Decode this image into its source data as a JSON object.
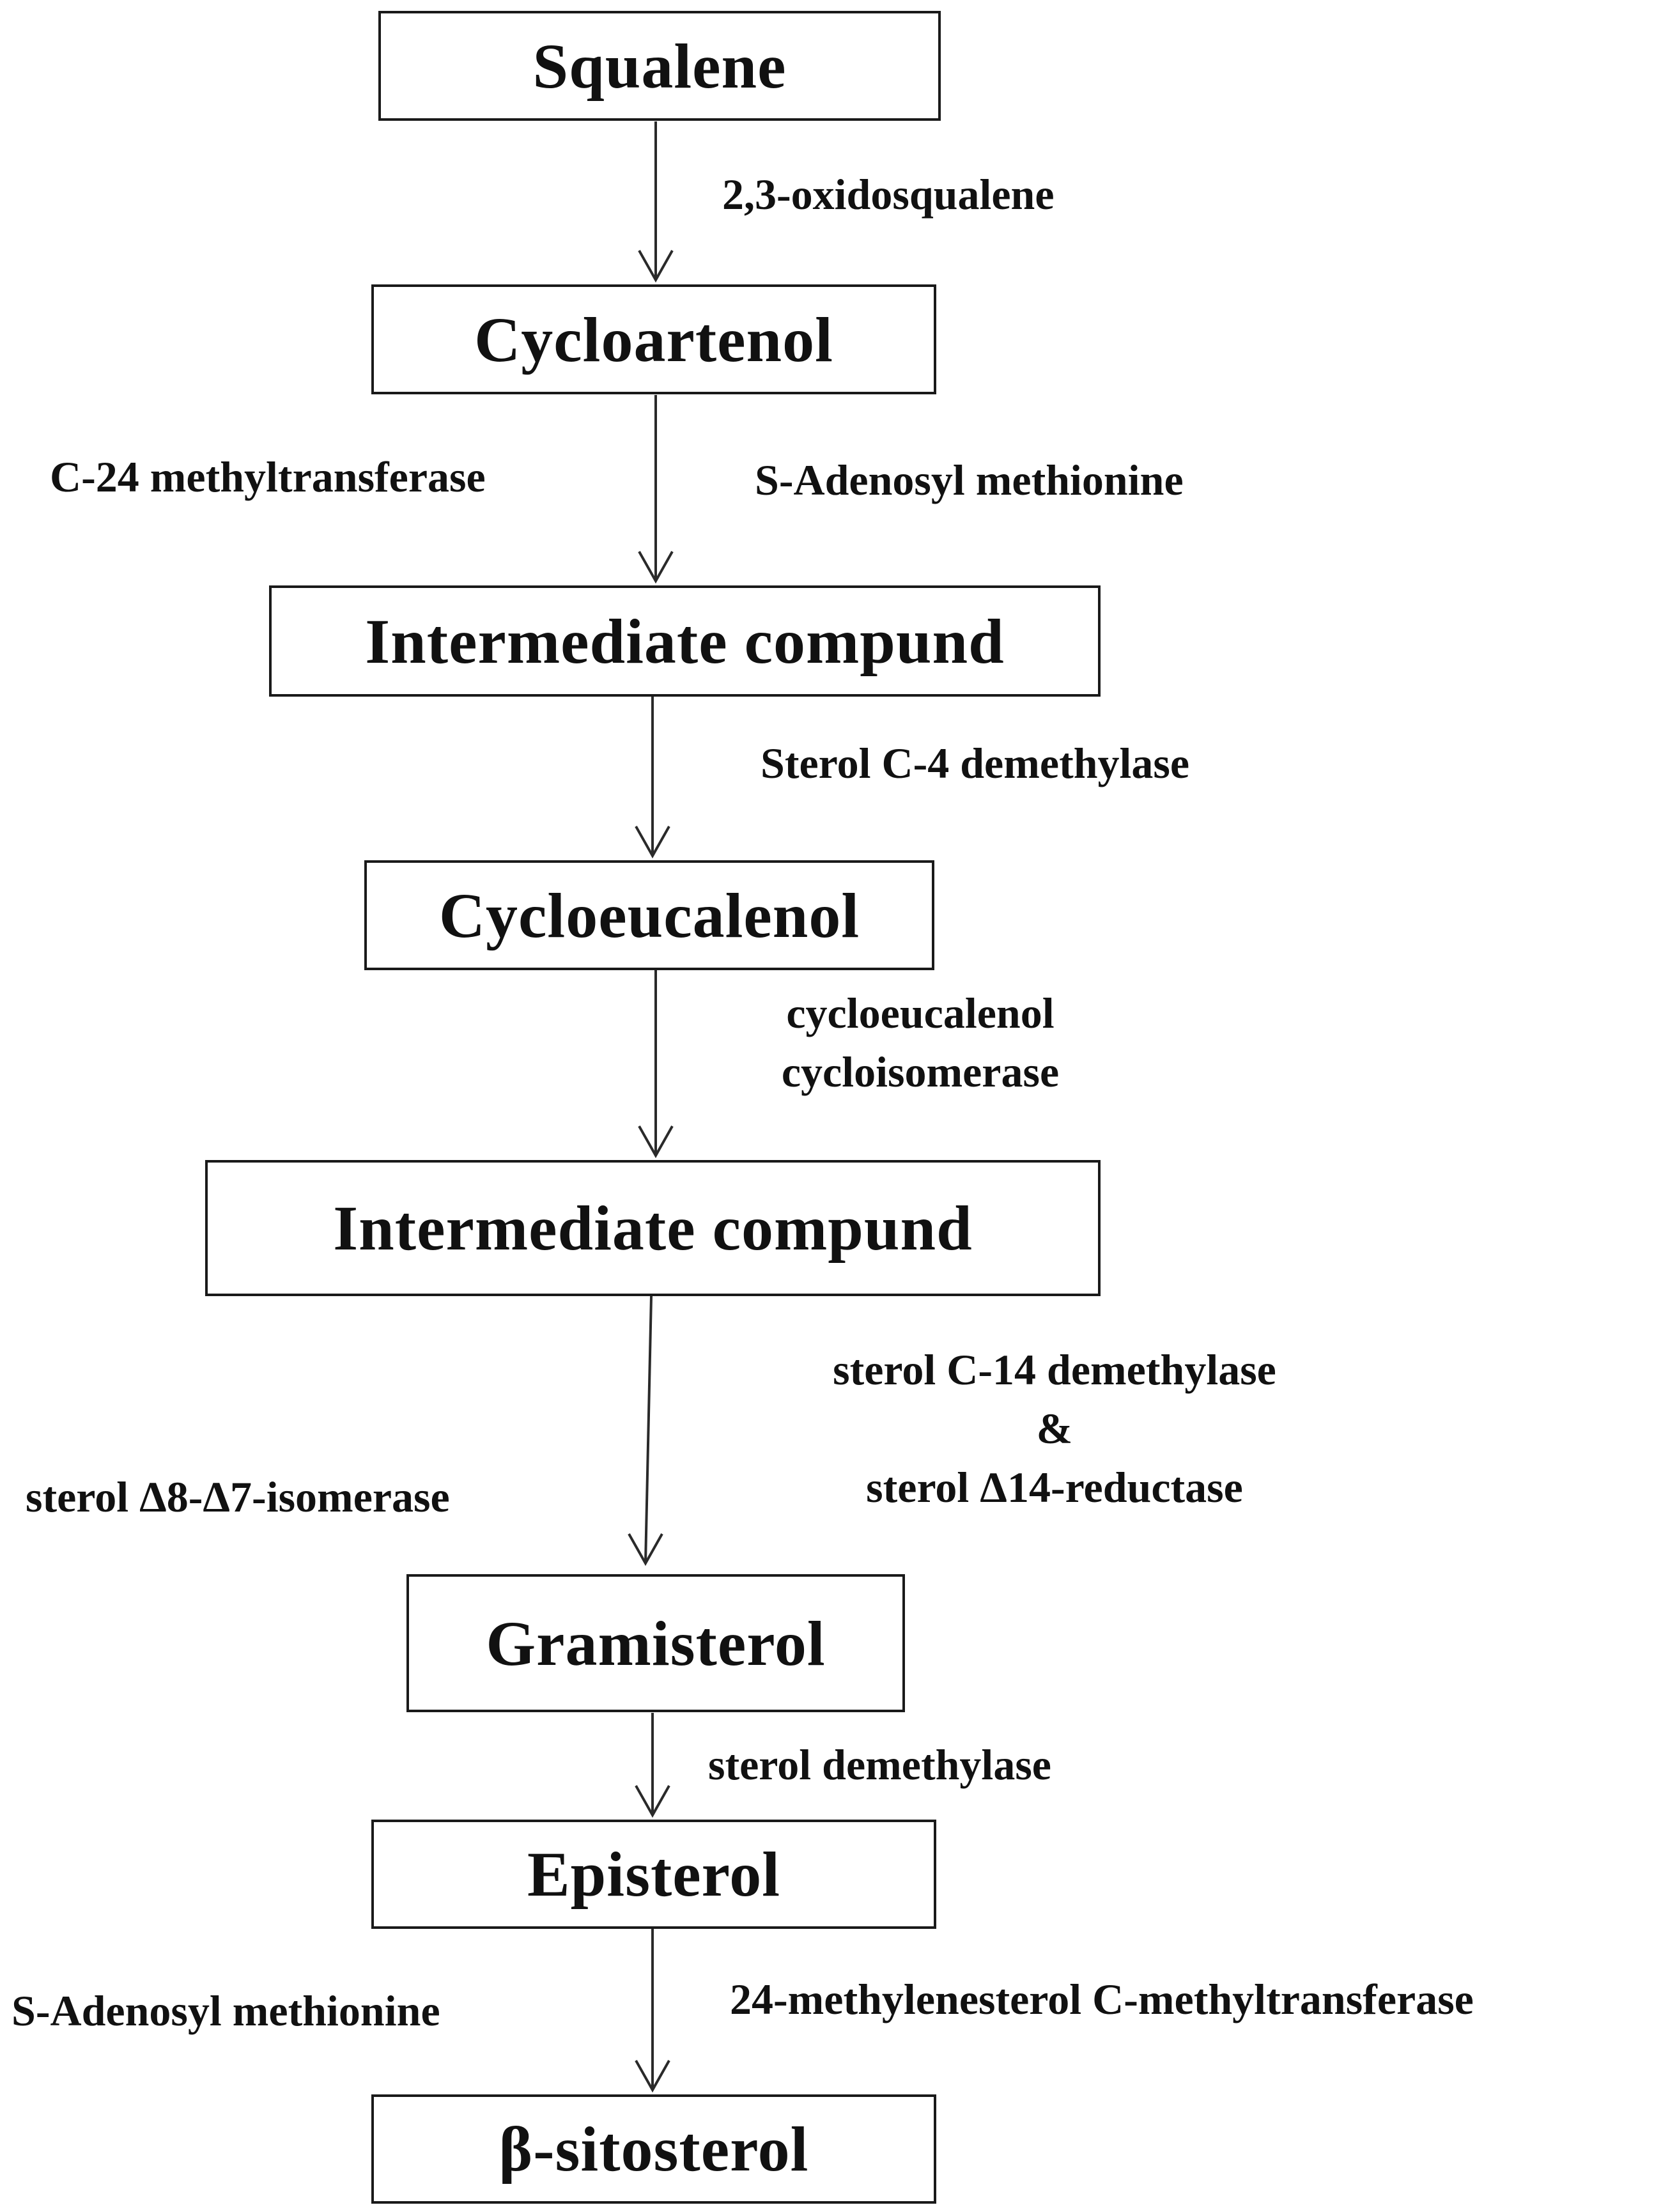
{
  "nodes": [
    {
      "id": "squalene",
      "label": "Squalene"
    },
    {
      "id": "cycloartenol",
      "label": "Cycloartenol"
    },
    {
      "id": "intermediate-1",
      "label": "Intermediate compund"
    },
    {
      "id": "cycloeucalenol",
      "label": "Cycloeucalenol"
    },
    {
      "id": "intermediate-2",
      "label": "Intermediate compund"
    },
    {
      "id": "gramisterol",
      "label": "Gramisterol"
    },
    {
      "id": "episterol",
      "label": "Episterol"
    },
    {
      "id": "beta-sitosterol",
      "label": "β-sitosterol"
    }
  ],
  "steps": [
    {
      "from": "squalene",
      "to": "cycloartenol",
      "right": "2,3-oxidosqualene",
      "left": ""
    },
    {
      "from": "cycloartenol",
      "to": "intermediate-1",
      "left": "C-24 methyltransferase",
      "right": "S-Adenosyl methionine"
    },
    {
      "from": "intermediate-1",
      "to": "cycloeucalenol",
      "right": "Sterol C-4 demethylase",
      "left": ""
    },
    {
      "from": "cycloeucalenol",
      "to": "intermediate-2",
      "right_lines": [
        "cycloeucalenol",
        "cycloisomerase"
      ],
      "left": ""
    },
    {
      "from": "intermediate-2",
      "to": "gramisterol",
      "left": "sterol Δ8-Δ7-isomerase",
      "right_lines": [
        "sterol C-14 demethylase",
        "&",
        "sterol Δ14-reductase"
      ]
    },
    {
      "from": "gramisterol",
      "to": "episterol",
      "right": "sterol demethylase",
      "left": ""
    },
    {
      "from": "episterol",
      "to": "beta-sitosterol",
      "left": "S-Adenosyl methionine",
      "right": "24-methylenesterol C-methyltransferase"
    }
  ],
  "colors": {
    "line": "#2a2a2a",
    "box_border": "#1a1a1a",
    "text": "#111111"
  }
}
